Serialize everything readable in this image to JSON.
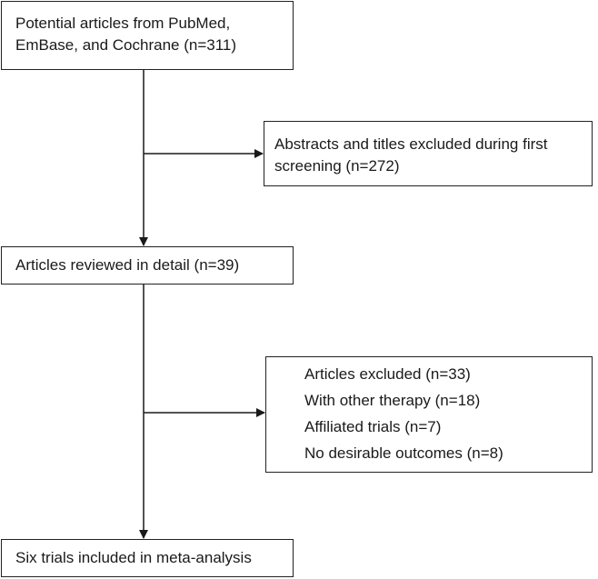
{
  "boxes": {
    "source": {
      "lines": [
        "Potential articles from PubMed,",
        "EmBase, and Cochrane (n=311)"
      ]
    },
    "screening_excluded": {
      "lines": [
        "Abstracts and titles excluded during first",
        "screening (n=272)"
      ]
    },
    "detailed_review": {
      "lines": [
        "Articles reviewed in detail (n=39)"
      ]
    },
    "detail_excluded": {
      "lines": [
        "Articles excluded (n=33)",
        "With other therapy (n=18)",
        "Affiliated trials (n=7)",
        "No desirable outcomes (n=8)"
      ]
    },
    "included": {
      "lines": [
        "Six trials included in meta-analysis"
      ]
    }
  },
  "colors": {
    "line": "#1a1a1a",
    "border": "#222222",
    "background": "#ffffff"
  }
}
